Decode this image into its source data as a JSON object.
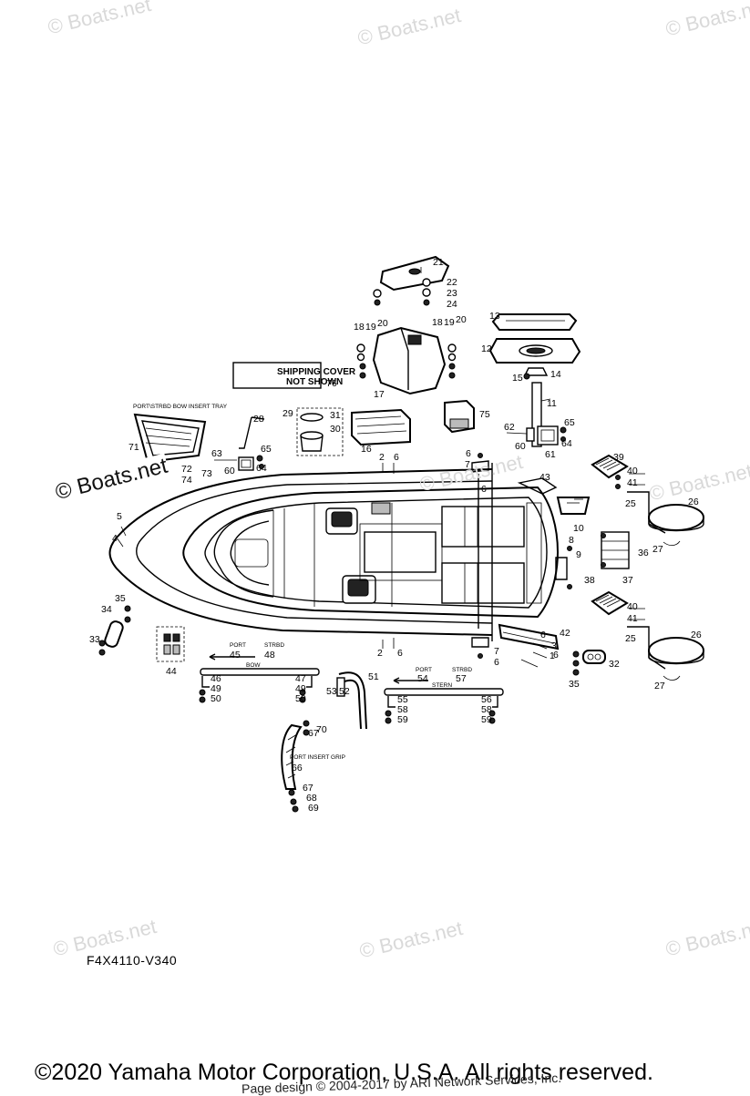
{
  "watermark": "© Boats.net",
  "diagram_code": "F4X4110-V340",
  "copyright": "©2020 Yamaha Motor Corporation, U.S.A. All rights reserved.",
  "page_design": "Page design © 2004-2017 by ARI Network Services, Inc.",
  "shipping_cover": {
    "line1": "SHIPPING COVER",
    "line2": "NOT SHOWN",
    "ref": "76"
  },
  "captions": {
    "bow_tray": "PORT\\STRBD BOW INSERT TRAY",
    "bow": "BOW",
    "stern": "STERN",
    "port_insert_grip": "PORT INSERT GRIP"
  },
  "side_labels": {
    "bow": {
      "port": "PORT",
      "port_ref": "45",
      "strbd": "STRBD",
      "strbd_ref": "48"
    },
    "stern": {
      "port": "PORT",
      "port_ref": "54",
      "strbd": "STRBD",
      "strbd_ref": "57"
    }
  },
  "part_numbers": {
    "n1": "1",
    "n2a": "2",
    "n2b": "2",
    "n3": "3",
    "n4": "4",
    "n5": "5",
    "n6a": "6",
    "n6b": "6",
    "n6c": "6",
    "n6d": "6",
    "n6e": "6",
    "n6f": "6",
    "n6g": "6",
    "n7a": "7",
    "n7b": "7",
    "n8": "8",
    "n9": "9",
    "n10": "10",
    "n11": "11",
    "n12": "12",
    "n13": "13",
    "n14": "14",
    "n15": "15",
    "n16": "16",
    "n17": "17",
    "n18a": "18",
    "n19a": "19",
    "n20a": "20",
    "n18b": "18",
    "n19b": "19",
    "n20b": "20",
    "n21": "21",
    "n22": "22",
    "n23": "23",
    "n24": "24",
    "n25a": "25",
    "n25b": "25",
    "n26a": "26",
    "n26b": "26",
    "n27a": "27",
    "n27b": "27",
    "n28": "28",
    "n29": "29",
    "n30": "30",
    "n31": "31",
    "n32": "32",
    "n33": "33",
    "n34": "34",
    "n35a": "35",
    "n35b": "35",
    "n36": "36",
    "n37": "37",
    "n38": "38",
    "n39": "39",
    "n40a": "40",
    "n40b": "40",
    "n41a": "41",
    "n41b": "41",
    "n42": "42",
    "n43": "43",
    "n44": "44",
    "n46": "46",
    "n47": "47",
    "n49a": "49",
    "n49b": "49",
    "n50a": "50",
    "n50b": "50",
    "n51": "51",
    "n52": "52",
    "n53": "53",
    "n55": "55",
    "n56": "56",
    "n58a": "58",
    "n58b": "58",
    "n59a": "59",
    "n59b": "59",
    "n60a": "60",
    "n60b": "60",
    "n61": "61",
    "n62": "62",
    "n63": "63",
    "n64a": "64",
    "n64b": "64",
    "n65a": "65",
    "n65b": "65",
    "n66": "66",
    "n67a": "67",
    "n67b": "67",
    "n68": "68",
    "n69": "69",
    "n70": "70",
    "n71": "71",
    "n72": "72",
    "n73": "73",
    "n74": "74",
    "n75": "75"
  }
}
